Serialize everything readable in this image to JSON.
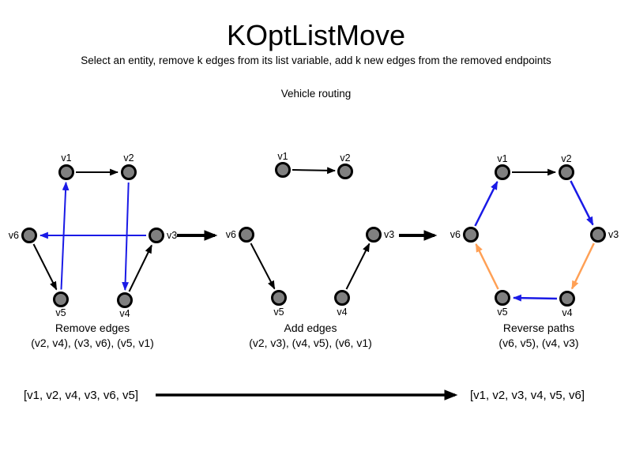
{
  "header": {
    "title": "KOptListMove",
    "subtitle": "Select an entity, remove k edges from its list variable, add k new edges from the removed endpoints",
    "example_label": "Vehicle routing"
  },
  "node_labels": {
    "v1": "v1",
    "v2": "v2",
    "v3": "v3",
    "v4": "v4",
    "v5": "v5",
    "v6": "v6"
  },
  "steps": [
    {
      "caption": "Remove edges",
      "detail": "(v2, v4), (v3, v6), (v5, v1)"
    },
    {
      "caption": "Add edges",
      "detail": "(v2, v3), (v4, v5), (v6, v1)"
    },
    {
      "caption": "Reverse paths",
      "detail": "(v6, v5), (v4, v3)"
    }
  ],
  "list_transition": {
    "before": "[v1, v2, v4, v3, v6, v5]",
    "after": "[v1, v2, v3, v4, v5, v6]"
  },
  "colors": {
    "node_fill": "#808080",
    "node_stroke": "#000000",
    "edge_black": "#000000",
    "edge_blue": "#1a1ae6",
    "edge_orange": "#ffa055"
  },
  "graphs": [
    {
      "id": "state-before",
      "edges": [
        [
          "v1",
          "v2",
          "black"
        ],
        [
          "v6",
          "v5",
          "black"
        ],
        [
          "v4",
          "v3",
          "black"
        ],
        [
          "v5",
          "v1",
          "blue"
        ],
        [
          "v2",
          "v4",
          "blue"
        ],
        [
          "v3",
          "v6",
          "blue"
        ]
      ]
    },
    {
      "id": "state-removed",
      "edges": [
        [
          "v1",
          "v2",
          "black"
        ],
        [
          "v6",
          "v5",
          "black"
        ],
        [
          "v4",
          "v3",
          "black"
        ]
      ]
    },
    {
      "id": "state-after",
      "edges": [
        [
          "v1",
          "v2",
          "black"
        ],
        [
          "v2",
          "v3",
          "blue"
        ],
        [
          "v3",
          "v4",
          "orange"
        ],
        [
          "v4",
          "v5",
          "blue"
        ],
        [
          "v5",
          "v6",
          "orange"
        ],
        [
          "v6",
          "v1",
          "blue"
        ]
      ]
    }
  ]
}
